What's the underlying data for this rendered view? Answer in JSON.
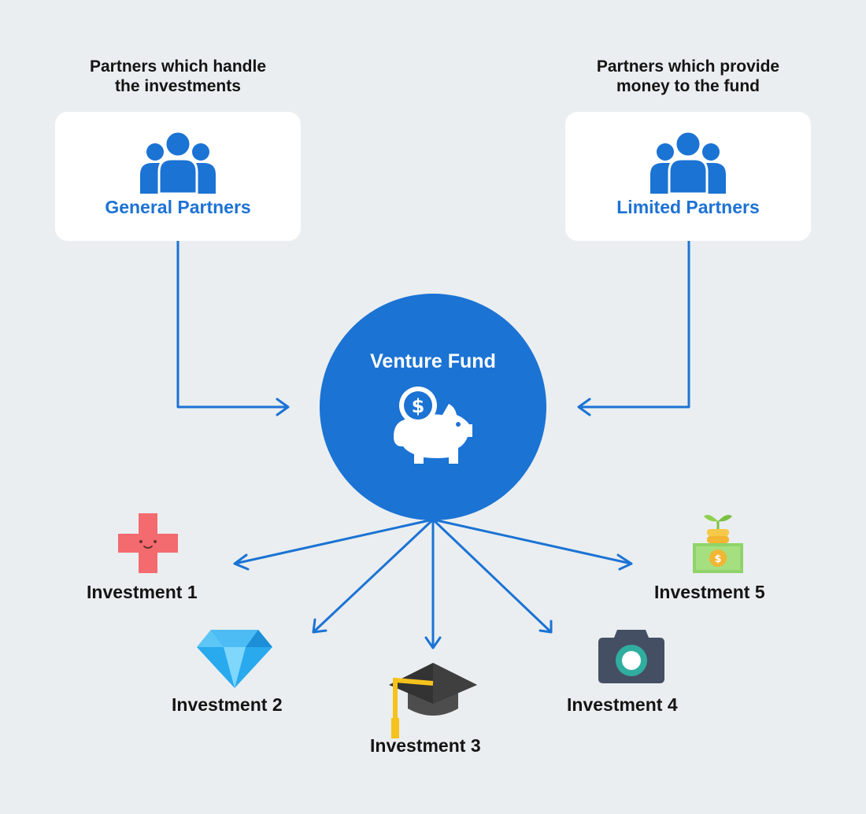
{
  "general": {
    "caption_line1": "Partners which handle",
    "caption_line2": "the investments",
    "label": "General Partners",
    "icon": "people-group-icon"
  },
  "limited": {
    "caption_line1": "Partners which provide",
    "caption_line2": "money to the fund",
    "label": "Limited Partners",
    "icon": "people-group-icon"
  },
  "fund": {
    "title": "Venture Fund",
    "icon": "piggy-bank-dollar-icon"
  },
  "investments": [
    {
      "label": "Investment 1",
      "icon": "medical-cross-icon"
    },
    {
      "label": "Investment 2",
      "icon": "diamond-icon"
    },
    {
      "label": "Investment 3",
      "icon": "graduation-cap-icon"
    },
    {
      "label": "Investment 4",
      "icon": "camera-icon"
    },
    {
      "label": "Investment 5",
      "icon": "money-plant-icon"
    }
  ],
  "colors": {
    "background": "#eaeef0",
    "accent_blue": "#1b73d4",
    "label_blue": "#1c72d4",
    "card": "#ffffff",
    "text": "#141414"
  }
}
